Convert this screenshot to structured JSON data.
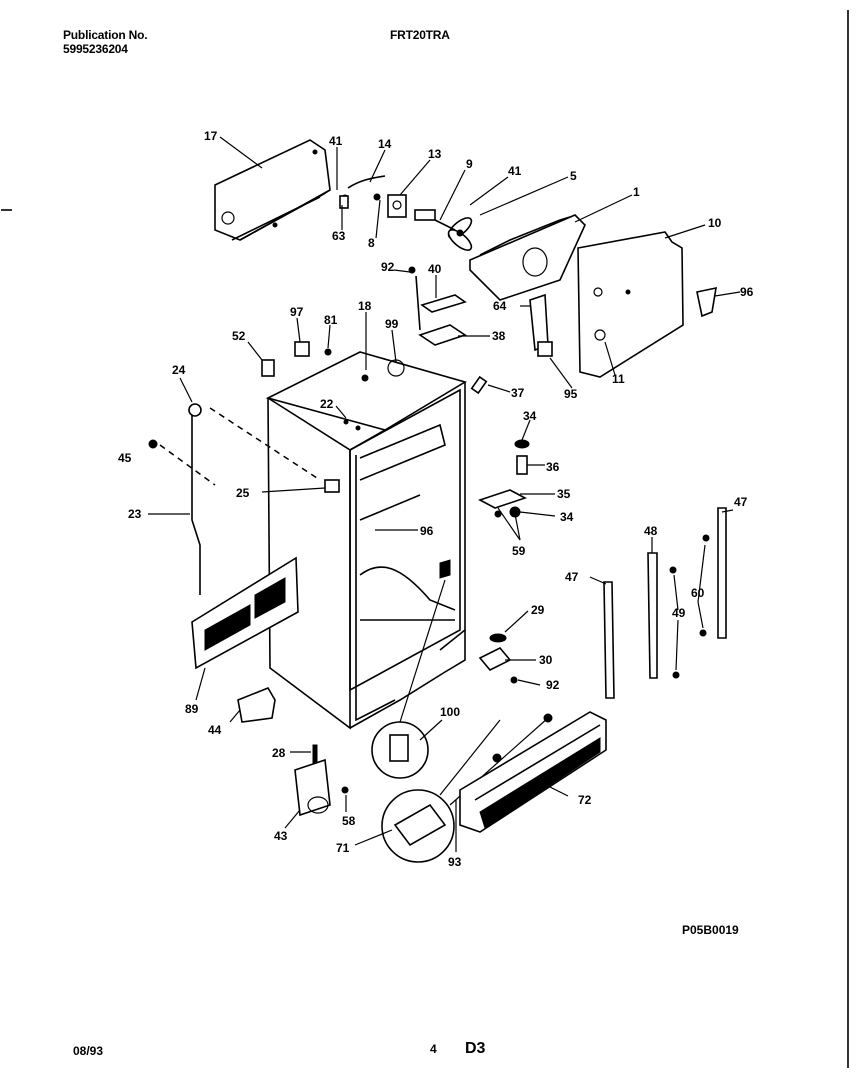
{
  "header": {
    "publication_label": "Publication No.",
    "publication_number": "5995236204",
    "model": "FRT20TRA"
  },
  "footer": {
    "date": "08/93",
    "page": "4",
    "section": "D3",
    "drawing_code": "P05B0019"
  },
  "part_labels": [
    "17",
    "41",
    "14",
    "13",
    "9",
    "41",
    "5",
    "1",
    "10",
    "63",
    "8",
    "92",
    "40",
    "64",
    "96",
    "18",
    "97",
    "81",
    "99",
    "38",
    "52",
    "95",
    "11",
    "37",
    "24",
    "22",
    "34",
    "36",
    "45",
    "25",
    "35",
    "34",
    "96",
    "59",
    "23",
    "48",
    "47",
    "47",
    "29",
    "49",
    "60",
    "30",
    "92",
    "89",
    "44",
    "100",
    "28",
    "72",
    "58",
    "43",
    "71",
    "93"
  ]
}
